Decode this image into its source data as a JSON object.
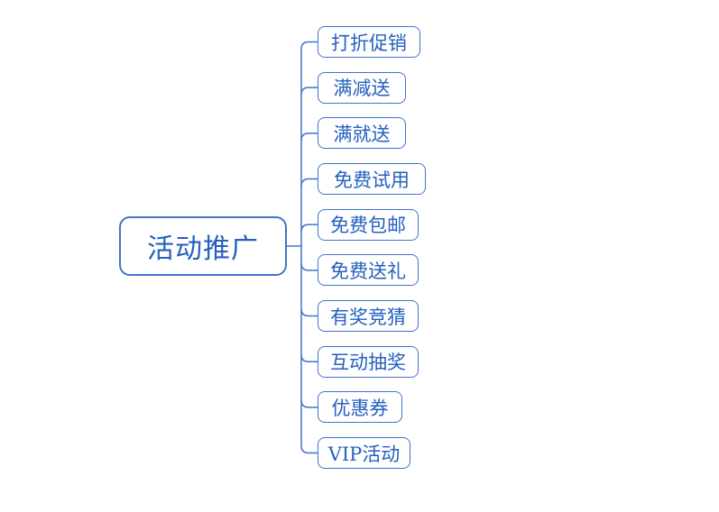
{
  "diagram": {
    "root": {
      "label": "活动推广"
    },
    "children": [
      {
        "label": "打折促销",
        "width": 114
      },
      {
        "label": "满减送",
        "width": 98
      },
      {
        "label": "满就送",
        "width": 98
      },
      {
        "label": "免费试用",
        "width": 120
      },
      {
        "label": "免费包邮",
        "width": 112
      },
      {
        "label": "免费送礼",
        "width": 112
      },
      {
        "label": "有奖竞猜",
        "width": 112
      },
      {
        "label": "互动抽奖",
        "width": 112
      },
      {
        "label": "优惠券",
        "width": 94
      },
      {
        "label": "VIP活动",
        "width": 103
      }
    ],
    "colors": {
      "line": "#4274C8",
      "text": "#2560BE",
      "background": "#FFFFFF"
    }
  }
}
